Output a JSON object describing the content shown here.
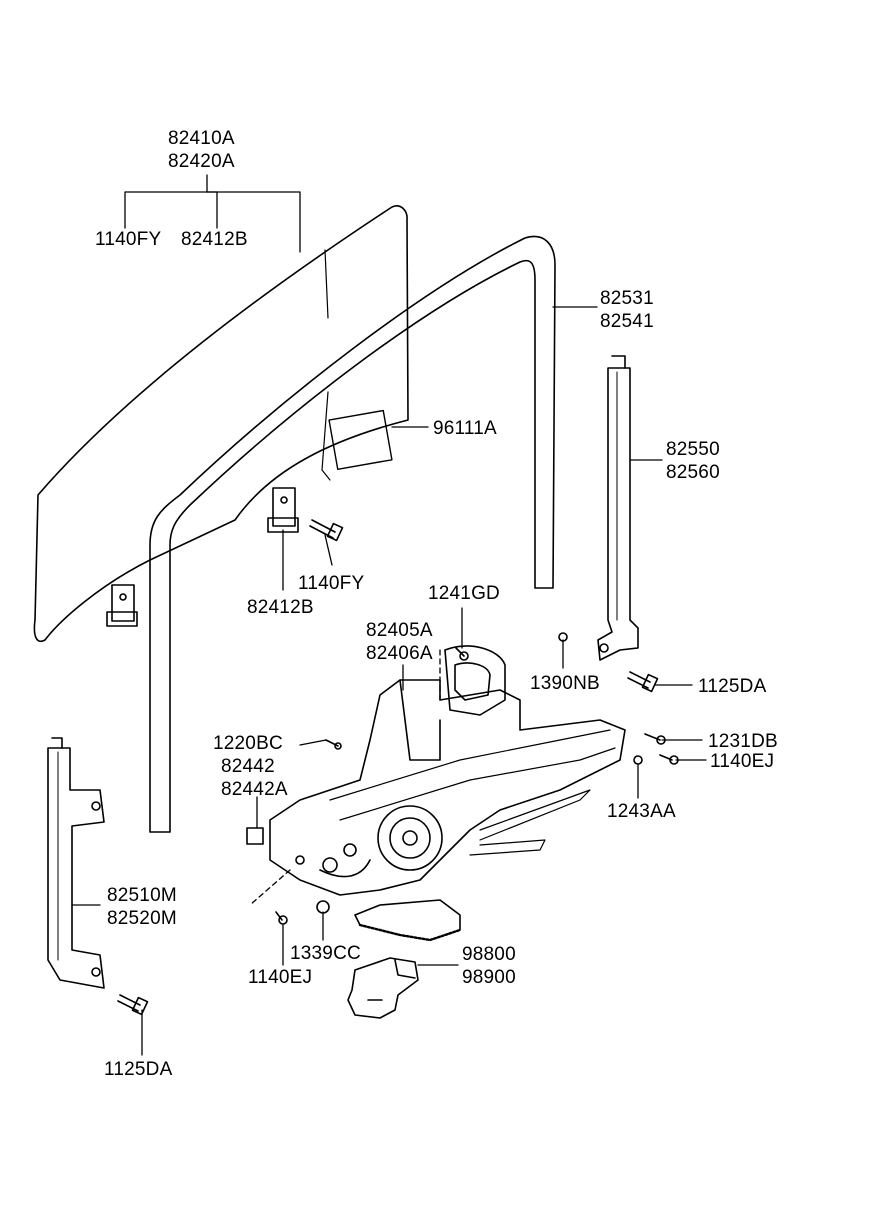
{
  "diagram": {
    "labels": {
      "glass": [
        "82410A",
        "82420A"
      ],
      "bolt_top": "1140FY",
      "clip_top": "82412B",
      "channel": [
        "82531",
        "82541"
      ],
      "sticker": "96111A",
      "rear_rail": [
        "82550",
        "82560"
      ],
      "bolt_mid": "1140FY",
      "clip_mid": "82412B",
      "screw_1241": "1241GD",
      "regulator": [
        "82405A",
        "82406A"
      ],
      "nut_1390": "1390NB",
      "bolt_rear": "1125DA",
      "grommet": [
        "1220BC",
        "82442",
        "82442A"
      ],
      "screw_1231": "1231DB",
      "screw_1140_right": "1140EJ",
      "screw_1243": "1243AA",
      "front_rail": [
        "82510M",
        "82520M"
      ],
      "nut_1339": "1339CC",
      "motor": [
        "98800",
        "98900"
      ],
      "screw_1140_bottom": "1140EJ",
      "bolt_front": "1125DA"
    }
  }
}
